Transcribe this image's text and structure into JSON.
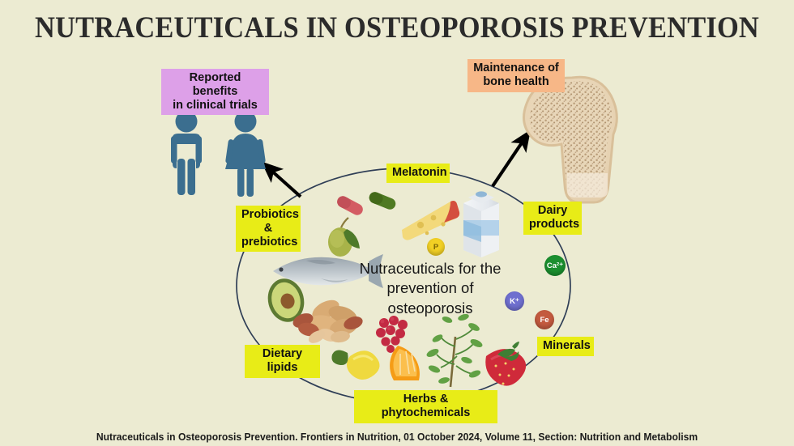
{
  "page": {
    "title": "NUTRACEUTICALS IN OSTEOPOROSIS PREVENTION",
    "footer": "Nutraceuticals in Osteoporosis Prevention. Frontiers in Nutrition, 01 October 2024, Volume 11, Section: Nutrition and Metabolism",
    "background_color": "#ecebd2"
  },
  "center": {
    "heading": "Nutraceuticals for the\nprevention of\nosteoporosis"
  },
  "outcome_labels": [
    {
      "id": "reported-benefits",
      "text": "Reported benefits\nin clinical trials",
      "color": "#dda0e8"
    },
    {
      "id": "maintenance-bone-health",
      "text": "Maintenance of\nbone health",
      "color": "#f7b787"
    }
  ],
  "category_labels": [
    {
      "id": "melatonin",
      "text": "Melatonin",
      "color": "#e8ec17"
    },
    {
      "id": "probiotics-prebiotics",
      "text": "Probiotics\n&\nprebiotics",
      "color": "#e8ec17"
    },
    {
      "id": "dairy-products",
      "text": "Dairy\nproducts",
      "color": "#e8ec17"
    },
    {
      "id": "minerals",
      "text": "Minerals",
      "color": "#e8ec17"
    },
    {
      "id": "dietary-lipids",
      "text": "Dietary lipids",
      "color": "#e8ec17"
    },
    {
      "id": "herbs-phytochemicals",
      "text": "Herbs & phytochemicals",
      "color": "#e8ec17"
    }
  ],
  "mineral_tokens": [
    {
      "id": "phosphorus",
      "label": "P",
      "color": "#f2d024"
    },
    {
      "id": "calcium",
      "label": "Ca²⁺",
      "color": "#1b8f2f"
    },
    {
      "id": "potassium",
      "label": "K⁺",
      "color": "#6f6fcf"
    },
    {
      "id": "iron",
      "label": "Fe",
      "color": "#c35a3f"
    }
  ],
  "figures": {
    "human_male": "male-pictogram",
    "human_female": "female-pictogram",
    "bone": "femur-bone-illustration",
    "figure_color": "#3b6e8f"
  },
  "food_icons": [
    "capsule-red",
    "capsule-green",
    "olive",
    "cheese-wedge",
    "milk-carton",
    "fish",
    "avocado",
    "peanuts",
    "raspberry",
    "lemon",
    "orange-slice",
    "herb-plant",
    "strawberry"
  ],
  "connectors": {
    "ellipse_stroke": "#2f3e56",
    "arrow_color": "#000000",
    "arrows": [
      "arrow-to-clinical-benefits",
      "arrow-to-bone-health"
    ]
  }
}
